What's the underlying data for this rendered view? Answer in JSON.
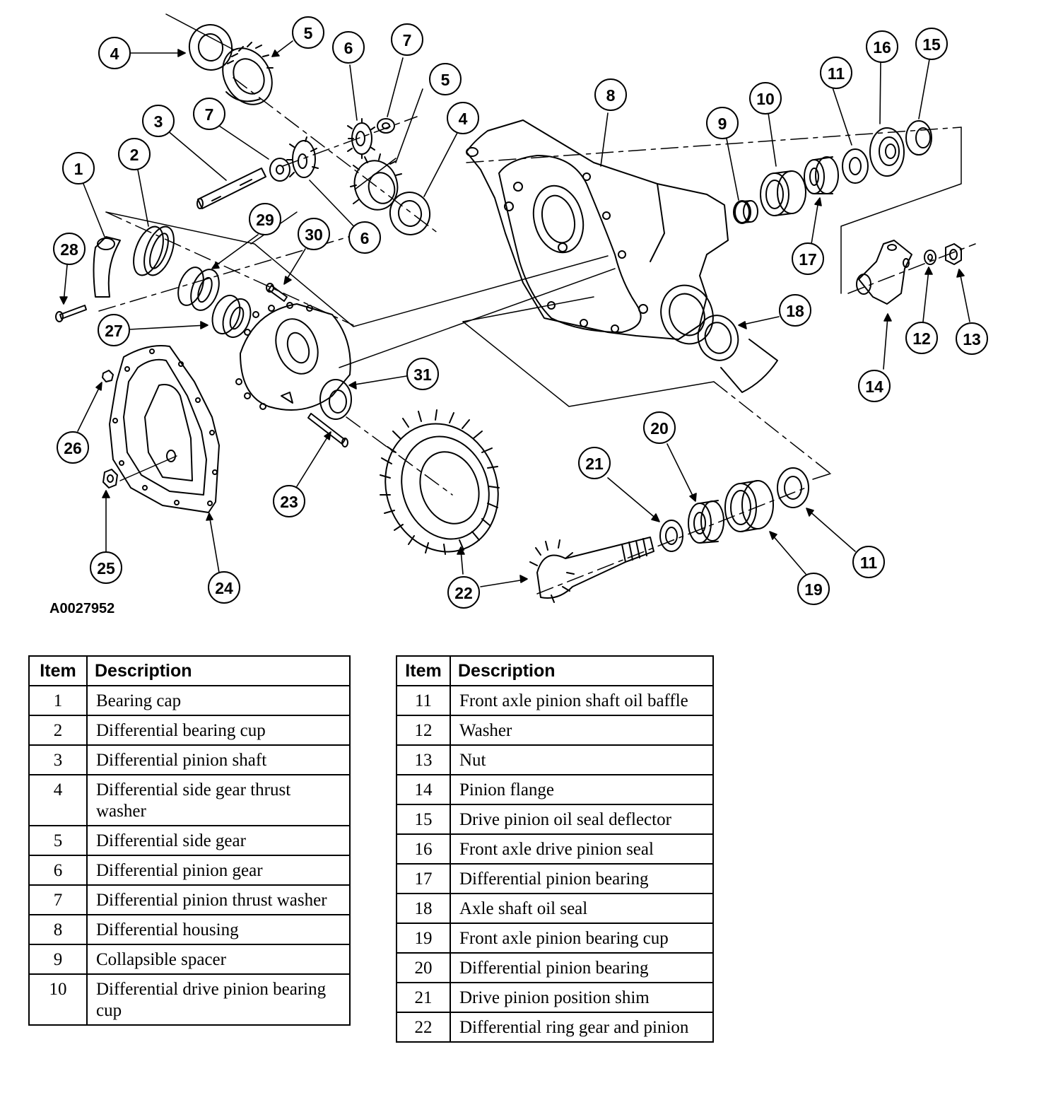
{
  "figure_id": "A0027952",
  "callouts": [
    "1",
    "2",
    "3",
    "4",
    "5",
    "6",
    "7",
    "8",
    "9",
    "10",
    "11",
    "12",
    "13",
    "14",
    "15",
    "16",
    "17",
    "18",
    "19",
    "20",
    "21",
    "22",
    "23",
    "24",
    "25",
    "26",
    "27",
    "28",
    "29",
    "30",
    "31"
  ],
  "table_headers": {
    "item": "Item",
    "description": "Description"
  },
  "parts_left": [
    {
      "item": "1",
      "description": "Bearing cap"
    },
    {
      "item": "2",
      "description": "Differential bearing cup"
    },
    {
      "item": "3",
      "description": "Differential pinion shaft"
    },
    {
      "item": "4",
      "description": "Differential side gear thrust washer"
    },
    {
      "item": "5",
      "description": "Differential side gear"
    },
    {
      "item": "6",
      "description": "Differential pinion gear"
    },
    {
      "item": "7",
      "description": "Differential pinion thrust washer"
    },
    {
      "item": "8",
      "description": "Differential housing"
    },
    {
      "item": "9",
      "description": "Collapsible spacer"
    },
    {
      "item": "10",
      "description": "Differential drive pinion bearing cup"
    }
  ],
  "parts_right": [
    {
      "item": "11",
      "description": "Front axle pinion shaft oil baffle"
    },
    {
      "item": "12",
      "description": "Washer"
    },
    {
      "item": "13",
      "description": "Nut"
    },
    {
      "item": "14",
      "description": "Pinion flange"
    },
    {
      "item": "15",
      "description": "Drive pinion oil seal deflector"
    },
    {
      "item": "16",
      "description": "Front axle drive pinion seal"
    },
    {
      "item": "17",
      "description": "Differential pinion bearing"
    },
    {
      "item": "18",
      "description": "Axle shaft oil seal"
    },
    {
      "item": "19",
      "description": "Front axle pinion bearing cup"
    },
    {
      "item": "20",
      "description": "Differential pinion bearing"
    },
    {
      "item": "21",
      "description": "Drive pinion position shim"
    },
    {
      "item": "22",
      "description": "Differential ring gear and pinion"
    }
  ]
}
